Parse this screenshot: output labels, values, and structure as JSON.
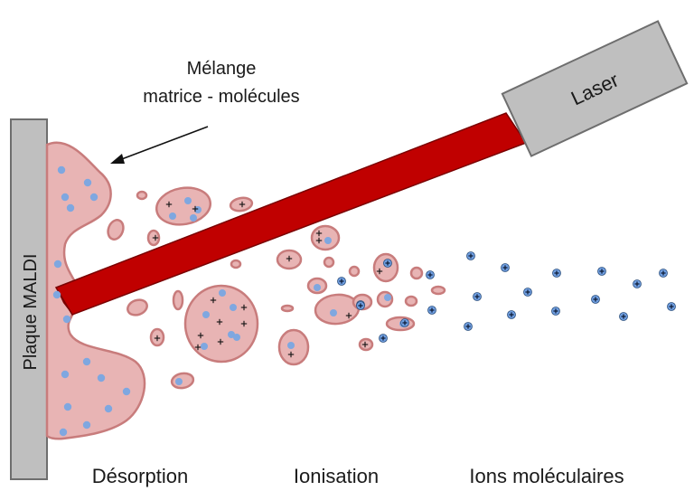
{
  "labels": {
    "plate": "Plaque MALDI",
    "laser": "Laser",
    "mixture_line1": "Mélange",
    "mixture_line2": "matrice - molécules",
    "stage_desorption": "Désorption",
    "stage_ionisation": "Ionisation",
    "stage_ions": "Ions moléculaires"
  },
  "colors": {
    "plate_fill": "#bfbfbf",
    "laser_box_fill": "#bfbfbf",
    "laser_beam": "#c00000",
    "matrix_fill": "#e8b4b4",
    "matrix_stroke": "#c87c7c",
    "molecule": "#7fa7e0"
  },
  "icons": [
    "plus-sign",
    "arrow"
  ]
}
